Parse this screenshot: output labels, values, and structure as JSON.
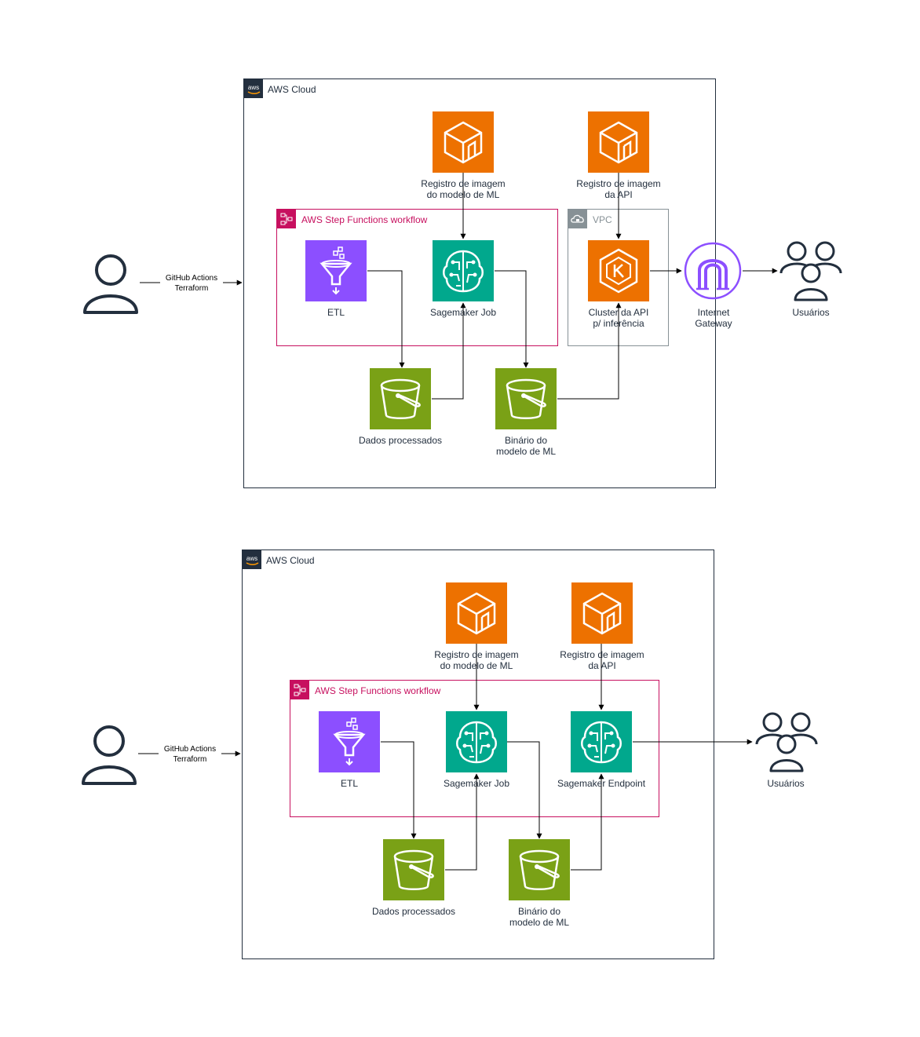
{
  "diagram1": {
    "aws_cloud_label": "AWS Cloud",
    "step_functions_label": "AWS Step Functions workflow",
    "vpc_label": "VPC",
    "deploy_edge_label": "GitHub Actions\nTerraform",
    "etl_label": "ETL",
    "sagemaker_job_label": "Sagemaker Job",
    "ecr_model_label": "Registro de imagem\ndo modelo de ML",
    "ecr_api_label": "Registro de imagem\nda API",
    "eks_label": "Cluster da API\np/ inferência",
    "igw_label": "Internet\nGateway",
    "s3_processed_label": "Dados processados",
    "s3_model_label": "Binário do\nmodelo de ML",
    "users_label": "Usuários"
  },
  "diagram2": {
    "aws_cloud_label": "AWS Cloud",
    "step_functions_label": "AWS Step Functions workflow",
    "deploy_edge_label": "GitHub Actions\nTerraform",
    "etl_label": "ETL",
    "sagemaker_job_label": "Sagemaker Job",
    "sagemaker_endpoint_label": "Sagemaker Endpoint",
    "ecr_model_label": "Registro de imagem\ndo modelo de ML",
    "ecr_api_label": "Registro de imagem\nda API",
    "s3_processed_label": "Dados processados",
    "s3_model_label": "Binário do\nmodelo de ML",
    "users_label": "Usuários"
  },
  "colors": {
    "compute_orange": "#ed7100",
    "analytics_purple": "#8c4fff",
    "ml_teal": "#01a88d",
    "storage_green": "#7aa116",
    "network_purple": "#8c4fff",
    "step_functions_pink": "#c7105f",
    "vpc_gray": "#879196",
    "line": "#000000"
  },
  "icons": {
    "ecr": "ecr-icon",
    "etl": "glue-funnel-icon",
    "sagemaker": "sagemaker-brain-icon",
    "eks": "eks-icon",
    "s3": "s3-bucket-icon",
    "igw": "internet-gateway-icon",
    "user": "user-icon",
    "users": "users-group-icon"
  }
}
